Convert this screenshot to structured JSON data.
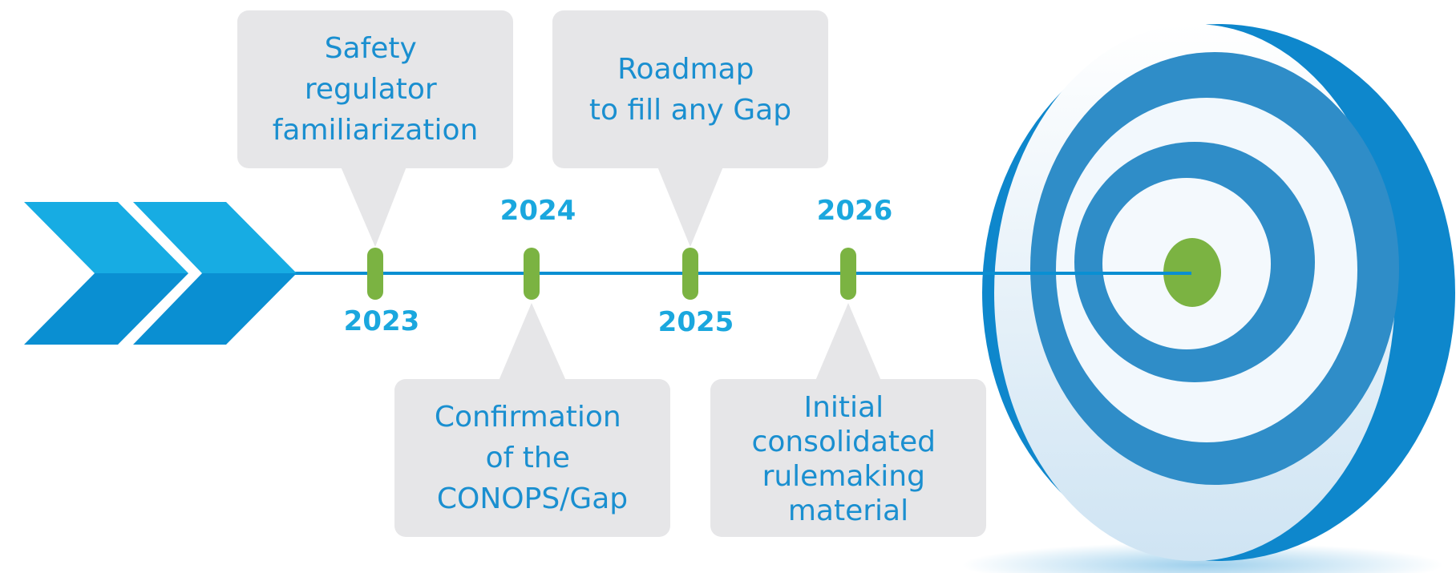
{
  "milestones": [
    {
      "year": "2023",
      "box_lines": [
        "Safety",
        "regulator",
        "familiarization"
      ]
    },
    {
      "year": "2024",
      "box_lines": [
        "Confirmation",
        "of the",
        "CONOPS/Gap"
      ]
    },
    {
      "year": "2025",
      "box_lines": [
        "Roadmap",
        "to fill any Gap"
      ]
    },
    {
      "year": "2026",
      "box_lines": [
        "Initial",
        "consolidated",
        "rulemaking",
        "material"
      ]
    }
  ],
  "colors": {
    "arrow_light": "#17ace3",
    "arrow_dark": "#0a8fd2",
    "timeline": "#0a8fd2",
    "marker": "#7bb342",
    "box_fill": "#e6e6e8",
    "box_text": "#1a8fd0",
    "year_text": "#1aa7de",
    "target_ring": "#2f8dc8",
    "target_light": "#f2f8fd",
    "bullseye": "#7bb342"
  }
}
